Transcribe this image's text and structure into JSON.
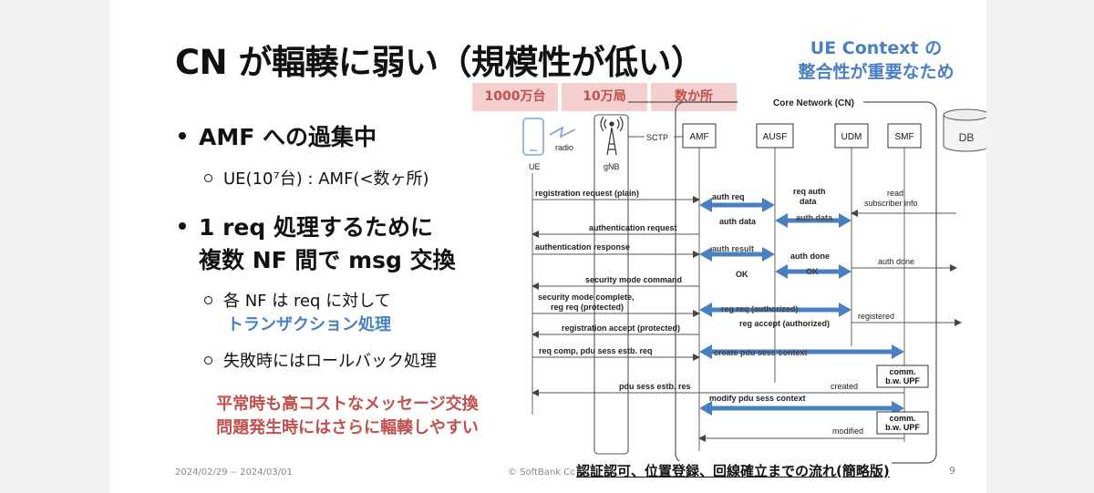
{
  "slide": {
    "title": "CN が輻輳に弱い（規模性が低い）",
    "note_blue": [
      "UE Context の",
      "整合性が重要なため"
    ],
    "tags": [
      "1000万台",
      "10万局",
      "数か所"
    ],
    "bullets": {
      "b1": "AMF への過集中",
      "b1_sub": "UE(10⁷台) : AMF(<数ヶ所)",
      "b2_line1": "1 req 処理するために",
      "b2_line2": "複数 NF 間で msg 交換",
      "b2_sub1_line1": "各 NF は req に対して",
      "b2_sub1_line2": "トランザクション処理",
      "b2_sub2": "失敗時にはロールバック処理"
    },
    "red_note": [
      "平常時も高コストなメッセージ交換",
      "問題発生時にはさらに輻輳しやすい"
    ],
    "footer_date": "2024/02/29 -- 2024/03/01",
    "footer_copy": "© SoftBank Co",
    "page_number": "9",
    "caption": "認証認可、位置登録、回線確立までの流れ(簡略版)"
  },
  "diagram": {
    "cn_label": "Core Network (CN)",
    "entities": {
      "ue": "UE",
      "gnb": "gNB",
      "amf": "AMF",
      "ausf": "AUSF",
      "udm": "UDM",
      "smf": "SMF",
      "db": "DB"
    },
    "link_labels": {
      "radio": "radio",
      "sctp": "SCTP"
    },
    "messages": {
      "m1": "registration request (plain)",
      "m2": "auth req",
      "m3": "req auth",
      "m3b": "data",
      "m4": "read",
      "m4b": "subscriber info",
      "m5": "auth data",
      "m6": "auth data",
      "m7": "authentication request",
      "m8": "authentication response",
      "m9": "auth result",
      "m10": "auth done",
      "m11": "auth done",
      "m12": "OK",
      "m13": "OK",
      "m14": "security mode command",
      "m15": "security mode complete,",
      "m15b": "reg req (protected)",
      "m16": "reg req (authorized)",
      "m17": "registered",
      "m18": "reg accept (authorized)",
      "m19": "registration accept (protected)",
      "m20": "req comp, pdu sess estb. req",
      "m21": "create pdu sess context",
      "m22": "comm.",
      "m22b": "b.w. UPF",
      "m23": "pdu sess estb. res",
      "m24": "created",
      "m25": "modify pdu sess context",
      "m26": "comm.",
      "m26b": "b.w. UPF",
      "m27": "modified"
    }
  }
}
